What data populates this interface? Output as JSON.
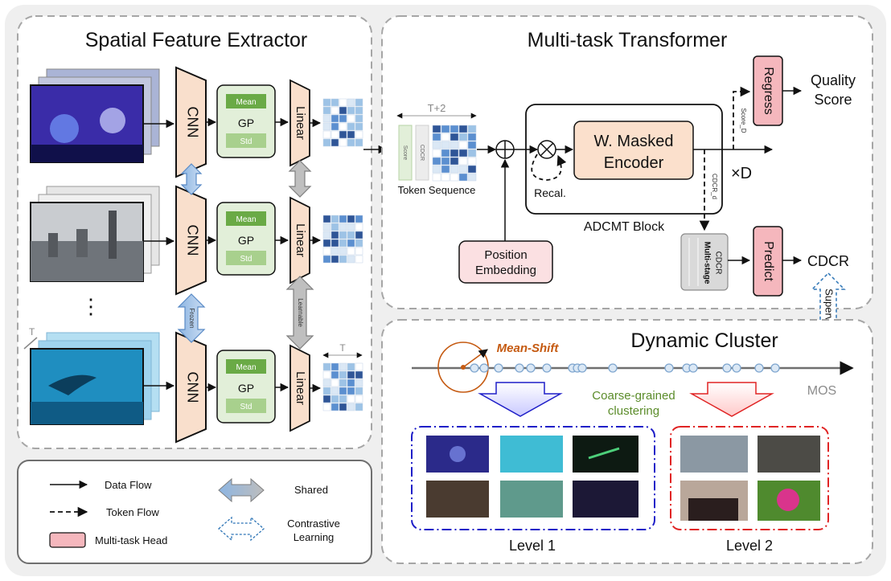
{
  "panels": {
    "spatial": "Spatial Feature Extractor",
    "transformer": "Multi-task Transformer",
    "cluster": "Dynamic Cluster"
  },
  "cnn_label": "CNN",
  "gp": {
    "mean": "Mean",
    "gp": "GP",
    "std": "Std"
  },
  "linear_label": "Linear",
  "frozen_label": "Frozen",
  "learnable_label": "Learnable",
  "t_label": "T",
  "ellipsis": "⋮",
  "token": {
    "t_plus_2": "T+2",
    "score": "Score",
    "cdcr": "CDCR",
    "caption": "Token Sequence"
  },
  "recal_label": "Recal.",
  "encoder_label": [
    "W. Masked",
    "Encoder"
  ],
  "xd_label": "×D",
  "block_label": "ADCMT Block",
  "position_label": [
    "Position",
    "Embedding"
  ],
  "score_d_label": "Score_D",
  "cdcr_d_label": "CDCR_d",
  "multistage_label": [
    "Multi-stage",
    "CDCR"
  ],
  "regress_label": "Regress",
  "predict_label": "Predict",
  "quality_label": [
    "Quality",
    "Score"
  ],
  "cdcr_output": "CDCR",
  "supervise_label": "Supervise",
  "mean_shift_label": "Mean-Shift",
  "mos_label": "MOS",
  "coarse_label": [
    "Coarse-grained",
    "clustering"
  ],
  "level1_label": "Level 1",
  "level2_label": "Level 2",
  "legend": {
    "data_flow": "Data Flow",
    "token_flow": "Token Flow",
    "head": "Multi-task Head",
    "shared": "Shared",
    "contrastive": [
      "Contrastive",
      "Learning"
    ]
  },
  "colors": {
    "cnn_fill": "#f9dfcc",
    "gp_fill": "#e2efd9",
    "gp_dark": "#6aaa46",
    "gp_light": "#a8d08d",
    "head_fill": "#f5b7bd",
    "pos_fill": "#fbe0e2",
    "encoder_fill": "#fbe0cc",
    "shared_arrow": "#a0c3e8",
    "learn_arrow": "#bfbfbf",
    "level1": "#1f1fc8",
    "level2": "#e02424",
    "mean_shift": "#c55a11",
    "dot_fill": "#dbe8f5",
    "dot_stroke": "#7fa6cf",
    "clustering_text": "#5b8c2a"
  }
}
